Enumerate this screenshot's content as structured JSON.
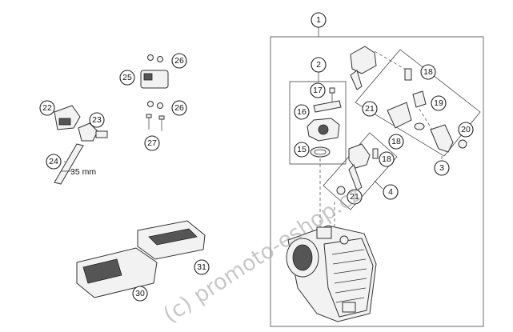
{
  "diagram": {
    "callouts": [
      "1",
      "2",
      "3",
      "4",
      "15",
      "16",
      "17",
      "18",
      "18",
      "18",
      "19",
      "20",
      "21",
      "21",
      "22",
      "23",
      "24",
      "25",
      "26",
      "26",
      "27",
      "30",
      "31"
    ],
    "dimension_label": "35 mm",
    "watermark": "(c) promoto-eshop.cz"
  },
  "icons": {
    "throttle-body": "throttle-body-icon",
    "injector": "fuel-injector-icon",
    "sensor": "sensor-icon",
    "ecu": "ecu-icon"
  },
  "colors": {
    "line": "#222222",
    "watermark": "#9a9a9a",
    "background": "#ffffff"
  }
}
